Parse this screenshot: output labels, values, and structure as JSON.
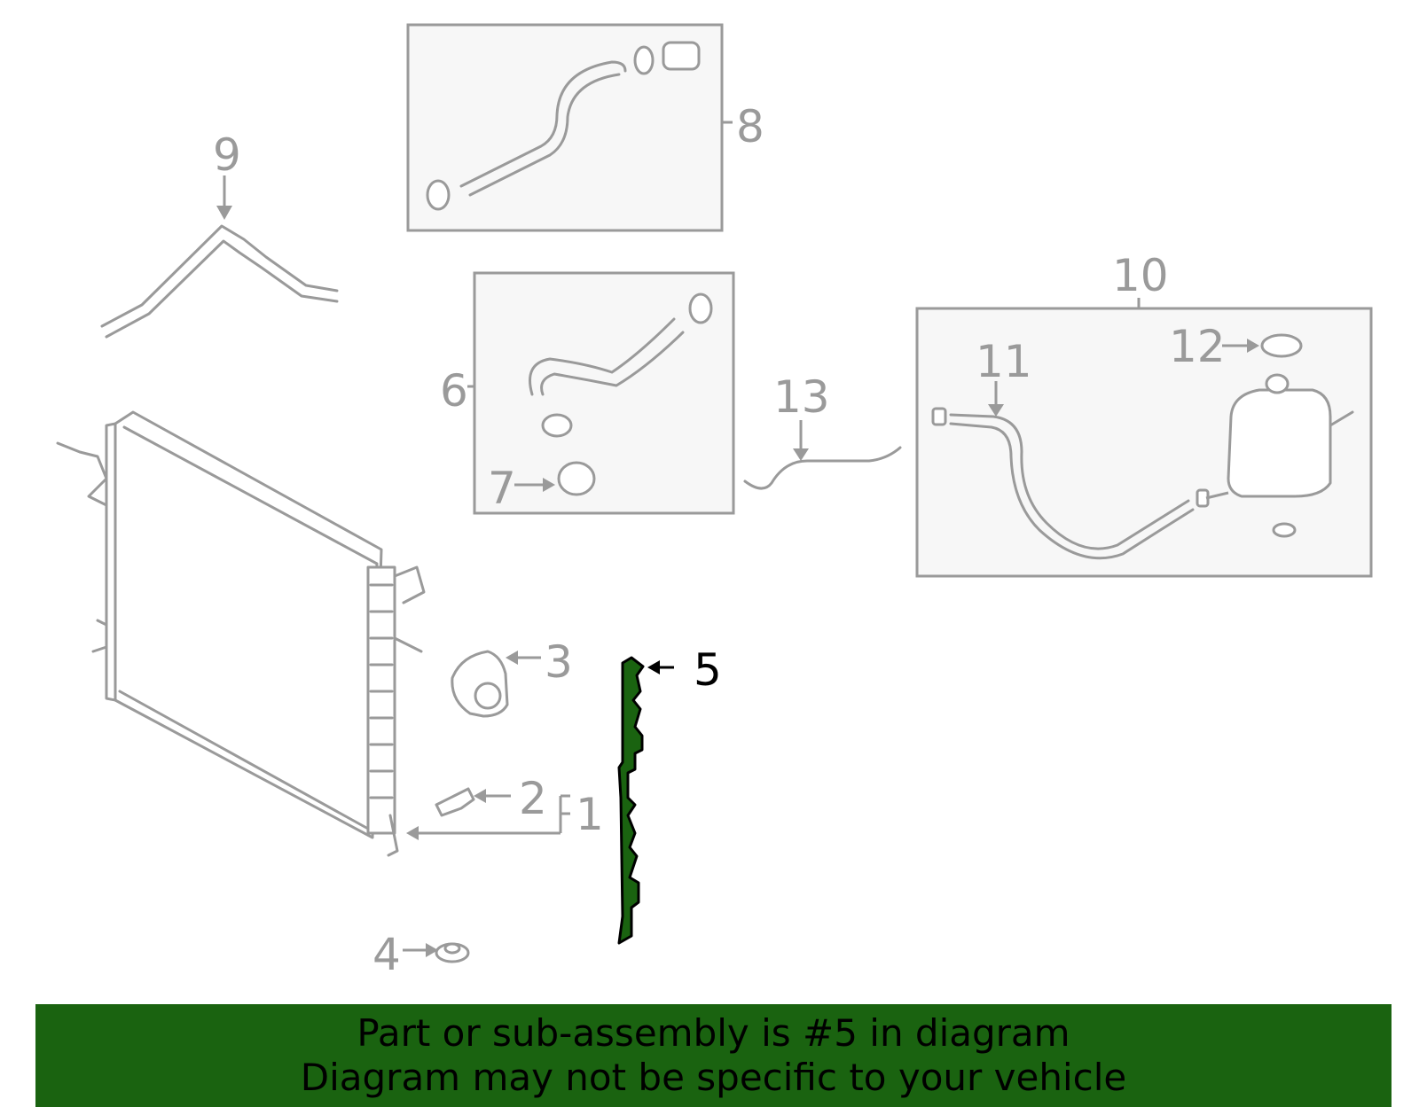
{
  "callouts": {
    "c1": "1",
    "c2": "2",
    "c3": "3",
    "c4": "4",
    "c5": "5",
    "c6": "6",
    "c7": "7",
    "c8": "8",
    "c9": "9",
    "c10": "10",
    "c11": "11",
    "c12": "12",
    "c13": "13"
  },
  "highlight": {
    "part": "5",
    "color": "#1a6310"
  },
  "banner": {
    "line1": "Part or sub-assembly is #5 in diagram",
    "line2": "Diagram may not be specific to your vehicle",
    "background": "#1a6310"
  },
  "colors": {
    "line": "#9a9a9a",
    "box_fill": "#f7f7f7"
  }
}
